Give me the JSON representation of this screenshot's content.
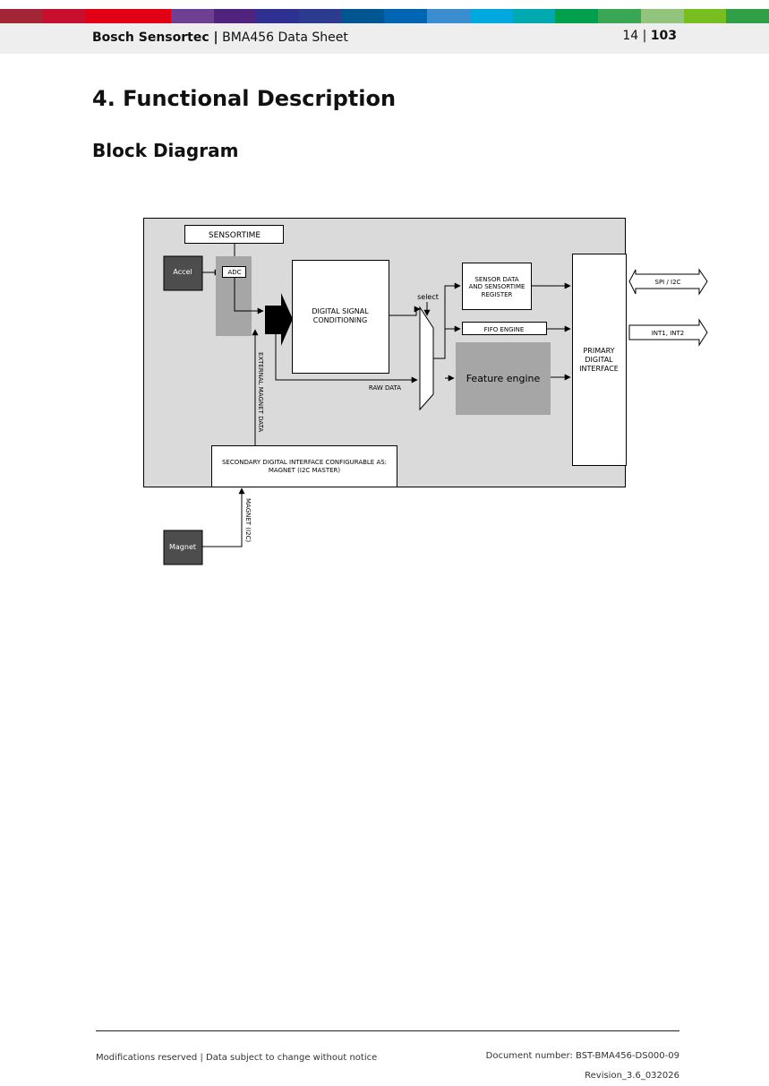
{
  "brand_colors": [
    "#a32638",
    "#c8102e",
    "#e20015",
    "#e20015",
    "#6e3f92",
    "#50237f",
    "#2e3192",
    "#2d3b8f",
    "#005691",
    "#0066b3",
    "#3c8dcf",
    "#00a8e0",
    "#00a8b0",
    "#009f4d",
    "#3aa757",
    "#93c47d",
    "#78be20",
    "#30a046"
  ],
  "header": {
    "brand": "Bosch Sensortec |",
    "doc": "BMA456 Data Sheet",
    "page_current": "14",
    "page_sep": "|",
    "page_total": "103"
  },
  "section": {
    "title": "4. Functional Description",
    "subtitle": "Block Diagram"
  },
  "diagram": {
    "sensortime": "SENSORTIME",
    "accel": "Accel",
    "adc": "ADC",
    "dsc_line1": "DIGITAL SIGNAL",
    "dsc_line2": "CONDITIONING",
    "select": "select",
    "sensor_data_line1": "SENSOR DATA",
    "sensor_data_line2": "AND SENSORTIME",
    "sensor_data_line3": "REGISTER",
    "fifo": "FIFO ENGINE",
    "feature": "Feature engine",
    "raw_data": "RAW DATA",
    "primary_line1": "PRIMARY",
    "primary_line2": "DIGITAL",
    "primary_line3": "INTERFACE",
    "spi_i2c": "SPI / I2C",
    "int": "INT1, INT2",
    "ext_magnet": "EXTERNAL MAGNET DATA",
    "secondary_line1": "SECONDARY DIGITAL INTERFACE CONFIGURABLE AS:",
    "secondary_line2": "MAGNET (I2C MASTER)",
    "magnet_i2c": "MAGNET (I2C)",
    "magnet": "Magnet"
  },
  "footer": {
    "left": "Modifications reserved | Data subject to change without notice",
    "doc_number": "Document number: BST-BMA456-DS000-09",
    "revision": "Revision_3.6_032026"
  }
}
